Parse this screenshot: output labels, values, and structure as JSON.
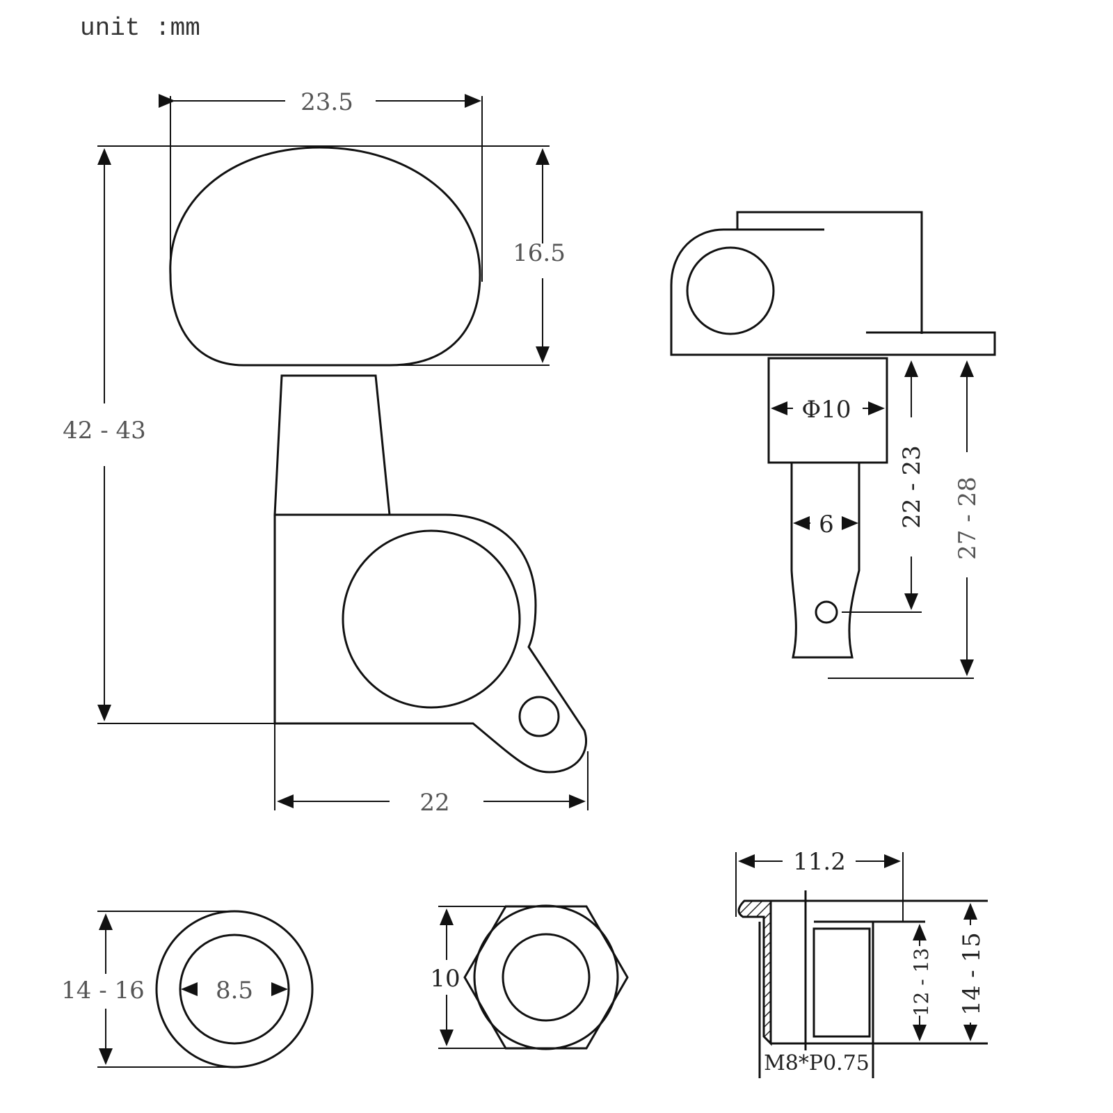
{
  "header": {
    "unit_label": "unit :mm"
  },
  "knob_view": {
    "width_dim": "23.5",
    "knob_height_dim": "16.5",
    "total_height_dim": "42 - 43",
    "base_width_dim": "22"
  },
  "side_view": {
    "shaft_diameter_dim": "Φ10",
    "post_diameter_dim": "6",
    "post_length_dim": "22 - 23",
    "total_length_dim": "27 - 28"
  },
  "washer": {
    "outer_dim": "14 - 16",
    "inner_dim": "8.5"
  },
  "hex_nut": {
    "across_flats_dim": "10"
  },
  "bushing": {
    "width_dim": "11.2",
    "inner_height_dim": "12 - 13",
    "total_height_dim": "14 - 15",
    "thread_spec": "M8*P0.75"
  }
}
